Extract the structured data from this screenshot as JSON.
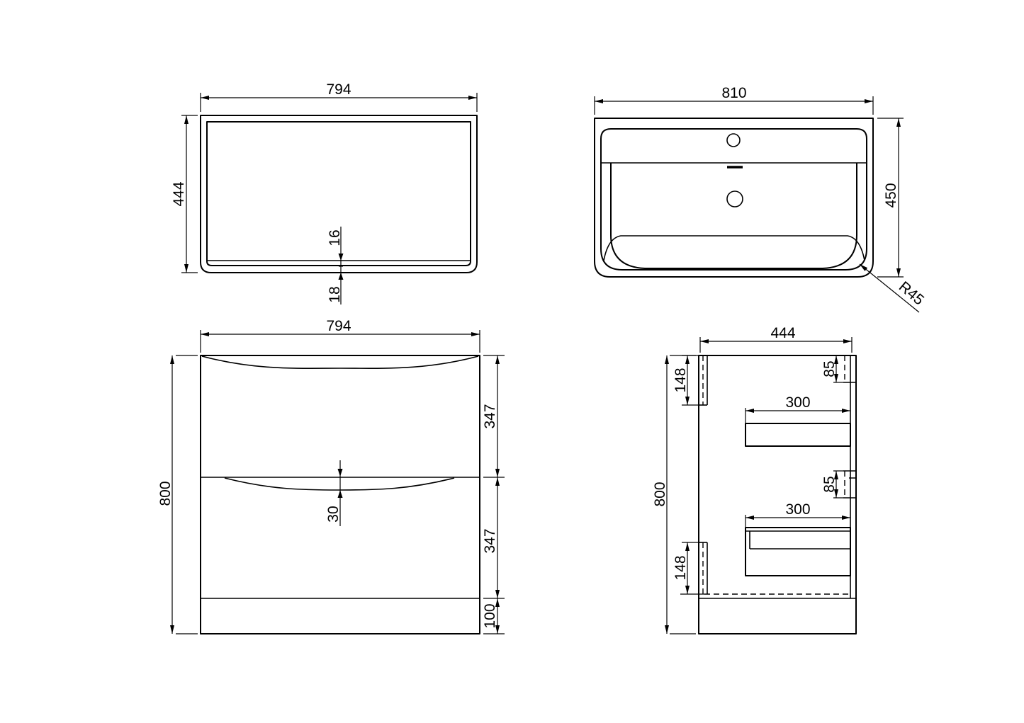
{
  "drawing": {
    "background": "#ffffff",
    "line_color": "#000000",
    "views": {
      "plan": {
        "width": "794",
        "depth": "444",
        "back_gap": "16",
        "back_panel": "18"
      },
      "basin": {
        "width": "810",
        "depth": "450",
        "corner_radius": "R45"
      },
      "front": {
        "width": "794",
        "height": "800",
        "upper_drawer": "347",
        "lower_drawer": "347",
        "plinth": "100",
        "curve_depth": "30"
      },
      "side": {
        "depth": "444",
        "height": "800",
        "upper_bracket": "148",
        "lower_bracket": "148",
        "upper_rail": "85",
        "lower_rail": "85",
        "upper_runner": "300",
        "lower_runner": "300"
      }
    }
  }
}
